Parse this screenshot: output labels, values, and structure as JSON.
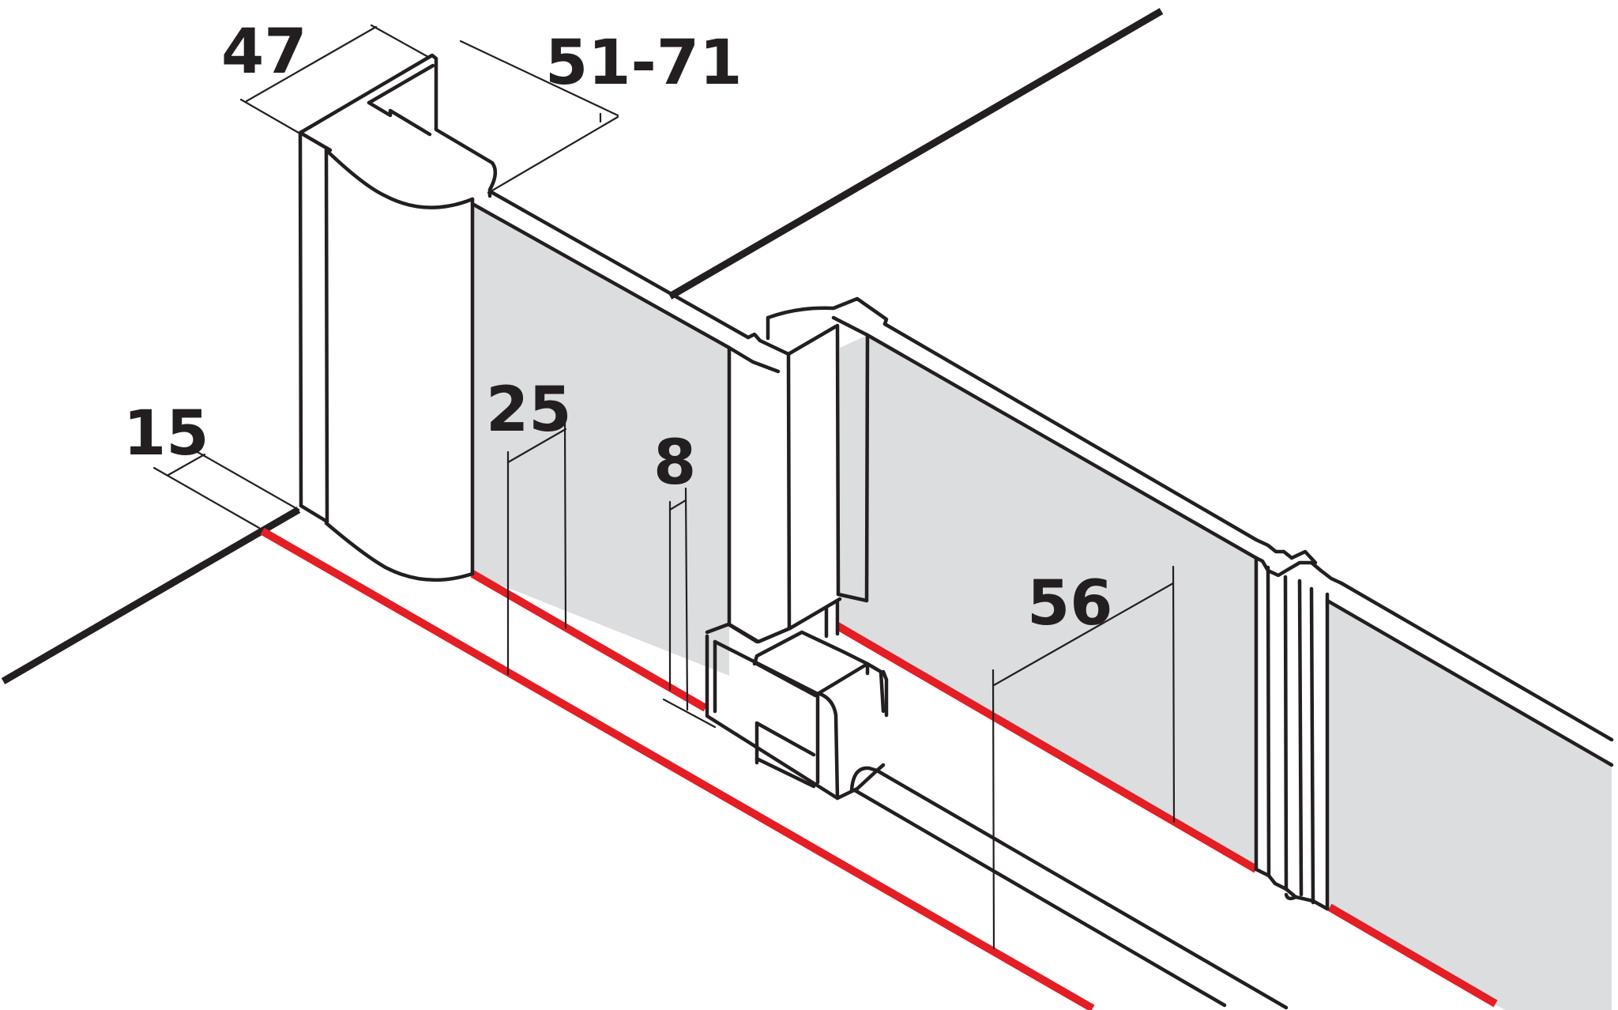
{
  "colors": {
    "line": "#231f20",
    "glass": "#dcdddf",
    "floor_marker": "#e31e24",
    "background": "#ffffff"
  },
  "dimensions": {
    "d47": "47",
    "d51_71": "51-71",
    "d15": "15",
    "d25": "25",
    "d8": "8",
    "d56": "56"
  }
}
